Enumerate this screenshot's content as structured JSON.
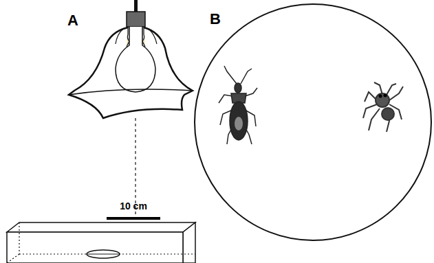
{
  "diagram": {
    "labels": [
      "A",
      "B",
      "10 cm"
    ]
  }
}
